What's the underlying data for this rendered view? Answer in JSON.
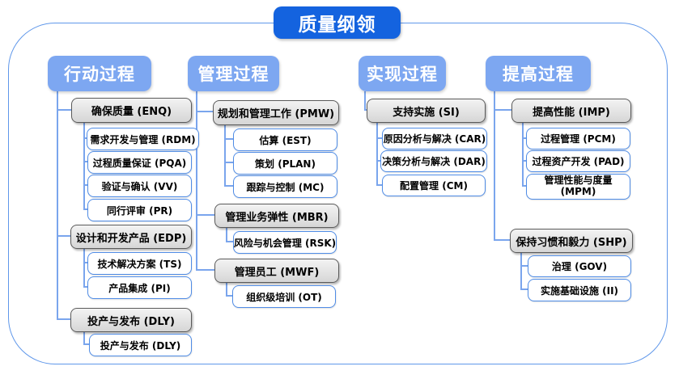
{
  "title": "质量纲领",
  "columns": [
    {
      "header": "行动过程",
      "groups": [
        {
          "label": "确保质量 (ENQ)",
          "children": [
            "需求开发与管理 (RDM)",
            "过程质量保证 (PQA)",
            "验证与确认 (VV)",
            "同行评审 (PR)"
          ]
        },
        {
          "label": "设计和开发产品 (EDP)",
          "children": [
            "技术解决方案 (TS)",
            "产品集成 (PI)"
          ]
        },
        {
          "label": "投产与发布 (DLY)",
          "children": [
            "投产与发布 (DLY)"
          ]
        }
      ]
    },
    {
      "header": "管理过程",
      "groups": [
        {
          "label": "规划和管理工作 (PMW)",
          "children": [
            "估算 (EST)",
            "策划 (PLAN)",
            "跟踪与控制 (MC)"
          ]
        },
        {
          "label": "管理业务弹性 (MBR)",
          "children": [
            "风险与机会管理 (RSK)"
          ]
        },
        {
          "label": "管理员工 (MWF)",
          "children": [
            "组织级培训 (OT)"
          ]
        }
      ]
    },
    {
      "header": "实现过程",
      "groups": [
        {
          "label": "支持实施 (SI)",
          "children": [
            "原因分析与解决 (CAR)",
            "决策分析与解决 (DAR)",
            "配置管理 (CM)"
          ]
        }
      ]
    },
    {
      "header": "提高过程",
      "groups": [
        {
          "label": "提高性能 (IMP)",
          "children": [
            "过程管理 (PCM)",
            "过程资产开发 (PAD)",
            "管理性能与度量 (MPM)"
          ]
        },
        {
          "label": "保持习惯和毅力 (SHP)",
          "children": [
            "治理 (GOV)",
            "实施基础设施 (II)"
          ]
        }
      ]
    }
  ],
  "colors": {
    "title_bg": "#1463DF",
    "header_bg": "#7DA7F1",
    "group_fill": "#DEDEDE",
    "group_border": "#5A5A5A",
    "leaf_border": "#4F8CE6",
    "connector": "#7AA5ED",
    "outer_border": "#5F97EA",
    "text_dark": "#000000",
    "text_light": "#FFFFFF"
  }
}
